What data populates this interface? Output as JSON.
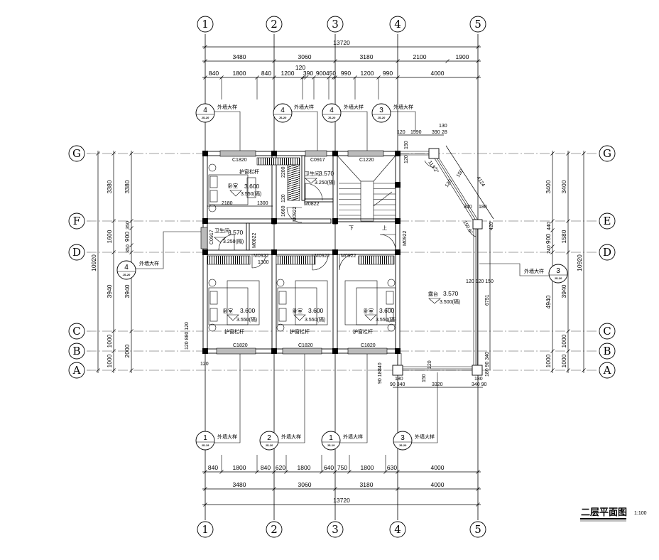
{
  "axes": {
    "top": [
      "1",
      "2",
      "3",
      "4",
      "5"
    ],
    "bottom": [
      "1",
      "2",
      "3",
      "4",
      "5"
    ],
    "left": [
      "G",
      "F",
      "D",
      "C",
      "B",
      "A"
    ],
    "right": [
      "G",
      "E",
      "D",
      "C",
      "B",
      "A"
    ]
  },
  "dimensions": {
    "top": {
      "total": "13720",
      "bays": [
        "3480",
        "3060",
        "3180",
        "2100",
        "1900"
      ],
      "details": [
        "840",
        "1800",
        "840",
        "1200",
        "120",
        "390",
        "900",
        "450",
        "990",
        "1200",
        "990",
        "4000"
      ]
    },
    "bottom": {
      "details": [
        "840",
        "1800",
        "840",
        "620",
        "1800",
        "640",
        "750",
        "1800",
        "630",
        "4000"
      ],
      "bays": [
        "3480",
        "3060",
        "3180",
        "4000"
      ],
      "total": "13720"
    },
    "left": {
      "total": "10920",
      "bays": [
        "3380",
        "1600",
        "3940",
        "1000",
        "1000"
      ],
      "details": [
        "3380",
        "350",
        "900",
        "350",
        "3940",
        "2000"
      ]
    },
    "right": {
      "details": [
        "3400",
        "440",
        "900",
        "240",
        "4940",
        "1000"
      ],
      "bays": [
        "3400",
        "1580",
        "3940",
        "1000",
        "1000"
      ],
      "total": "10920"
    },
    "interior": [
      "2180",
      "1300",
      "2200",
      "1660",
      "120",
      "1300",
      "120 880 120",
      "120"
    ],
    "balcony": [
      "120",
      "1590",
      "390",
      "130",
      "28",
      "150",
      "120",
      "4124",
      "150",
      "120",
      "340",
      "180",
      "150.6°",
      "113.2°",
      "420",
      "6751",
      "120 120 150",
      "340",
      "90 180",
      "150",
      "120",
      "3320",
      "90 340",
      "340 90",
      "180",
      "180",
      "180 90 340"
    ]
  },
  "callouts": {
    "label": "外墙大样",
    "top": [
      {
        "num": "4",
        "ref": "JS-20"
      },
      {
        "num": "4",
        "ref": "JS-20"
      },
      {
        "num": "4",
        "ref": "JS-20"
      },
      {
        "num": "3",
        "ref": "JS-20"
      }
    ],
    "bottom": [
      {
        "num": "1",
        "ref": "JS-19"
      },
      {
        "num": "2",
        "ref": "JS-20"
      },
      {
        "num": "1",
        "ref": "JS-19"
      },
      {
        "num": "3",
        "ref": "JS-20"
      }
    ],
    "left": {
      "num": "4",
      "ref": "JS-20"
    },
    "right": {
      "num": "3",
      "ref": "JS-20"
    }
  },
  "rooms": {
    "bedroom": "卧室",
    "bathroom": "卫生间",
    "terrace": "露台",
    "down": "下",
    "up": "上",
    "bedroom_elev": "3.600",
    "bedroom_elev2": "3.550(隔)",
    "bath_elev": "3.570",
    "bath_elev2": "3.250(隔)",
    "terrace_elev": "3.570",
    "terrace_elev2": "3.500(隔)",
    "railing": "护窗栏杆"
  },
  "openings": {
    "c1820": "C1820",
    "c0917": "C0917",
    "c1220": "C1220",
    "m0822": "M0822",
    "m0922": "M0922"
  },
  "title": {
    "text": "二层平面图",
    "scale": "1:100"
  }
}
